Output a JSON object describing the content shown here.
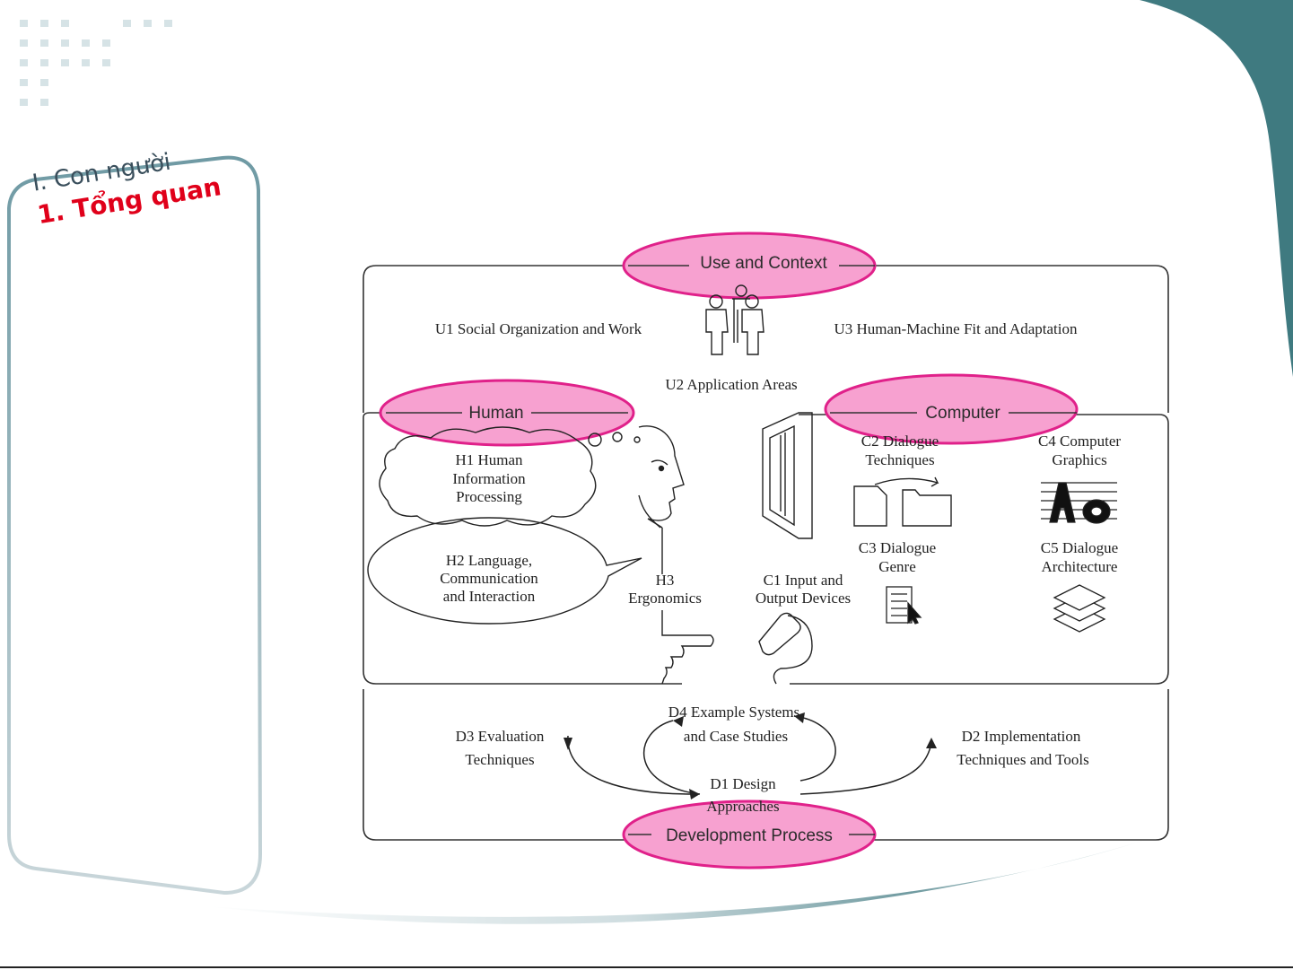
{
  "side_title": {
    "line1": "I. Con người",
    "line2_number": "1.",
    "line2_text": "Tổng quan"
  },
  "diagram": {
    "sections": {
      "use_context": "Use and Context",
      "human": "Human",
      "computer": "Computer",
      "development": "Development Process"
    },
    "use": {
      "u1": "U1 Social Organization and Work",
      "u2": "U2 Application Areas",
      "u3": "U3 Human-Machine Fit and Adaptation"
    },
    "human": {
      "h1": [
        "H1 Human",
        "Information",
        "Processing"
      ],
      "h2": [
        "H2 Language,",
        "Communication",
        "and Interaction"
      ],
      "h3": [
        "H3",
        "Ergonomics"
      ]
    },
    "computer": {
      "c1": [
        "C1 Input and",
        "Output Devices"
      ],
      "c2": [
        "C2 Dialogue",
        "Techniques"
      ],
      "c3": [
        "C3 Dialogue",
        "Genre"
      ],
      "c4": [
        "C4 Computer",
        "Graphics"
      ],
      "c5": [
        "C5 Dialogue",
        "Architecture"
      ]
    },
    "development": {
      "d1": [
        "D1 Design",
        "Approaches"
      ],
      "d2": [
        "D2 Implementation",
        "Techniques and Tools"
      ],
      "d3": [
        "D3 Evaluation",
        "Techniques"
      ],
      "d4": [
        "D4 Example Systems",
        "and Case Studies"
      ]
    },
    "colors": {
      "highlight_fill": "#f7a1d0",
      "highlight_stroke": "#e0218a",
      "accent_teal": "#3f7a80"
    },
    "icons": [
      "people-icon",
      "head-profile-icon",
      "thought-cloud-icon",
      "speech-bubble-icon",
      "pointing-hand-icon",
      "monitor-icon",
      "folder-icon",
      "document-list-icon",
      "graphics-icon",
      "layers-icon",
      "mouse-icon"
    ]
  }
}
